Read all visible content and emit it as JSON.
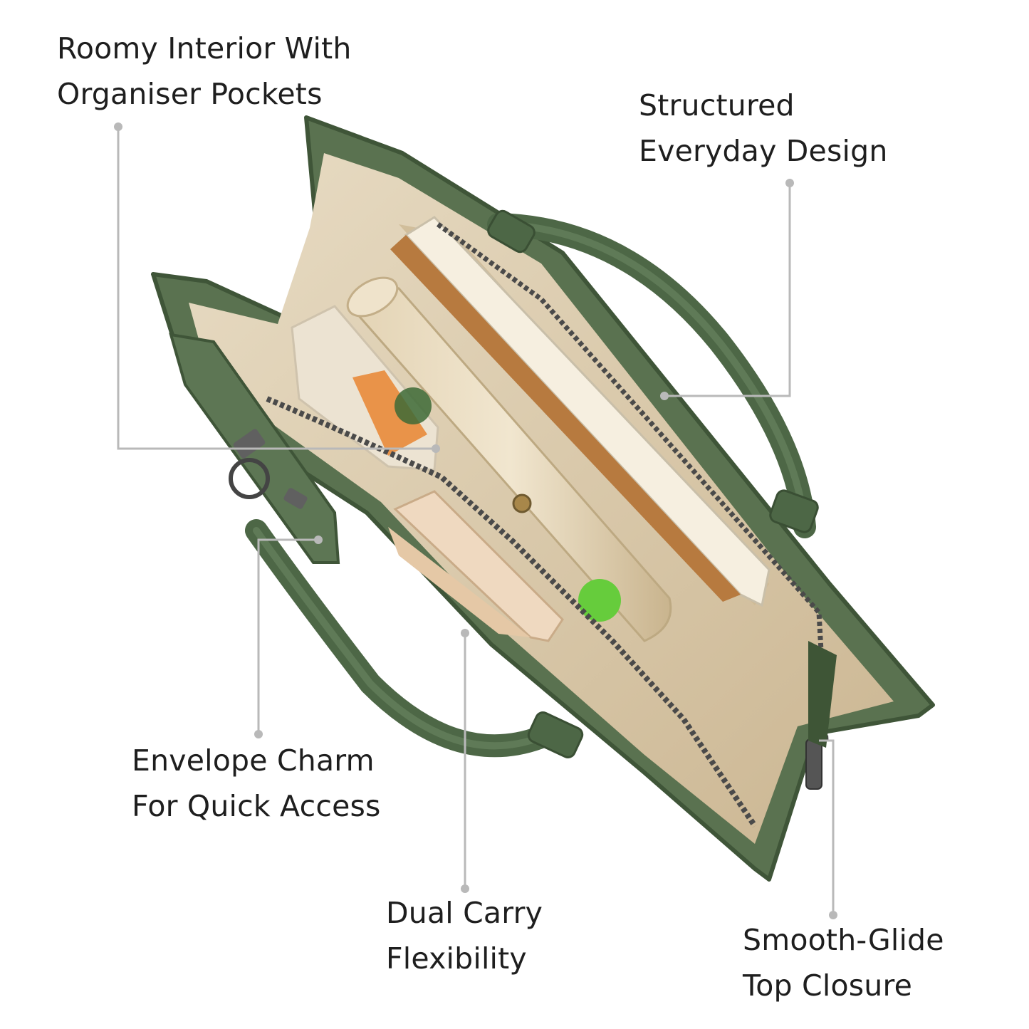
{
  "colors": {
    "background": "#ffffff",
    "text": "#1e1e1e",
    "callout_line": "#b9b9b9",
    "leather_green": "#5a7250",
    "leather_dark": "#3f5538",
    "lining_beige": "#d9c7a8",
    "zipper_gunmetal": "#4a4a4a"
  },
  "callouts": {
    "roomy": {
      "line1": "Roomy Interior With",
      "line2": "Organiser Pockets"
    },
    "struct": {
      "line1": "Structured",
      "line2": "Everyday Design"
    },
    "envelope": {
      "line1": "Envelope Charm",
      "line2": "For Quick Access"
    },
    "dual": {
      "line1": "Dual Carry",
      "line2": "Flexibility"
    },
    "smooth": {
      "line1": "Smooth-Glide",
      "line2": "Top Closure"
    }
  }
}
